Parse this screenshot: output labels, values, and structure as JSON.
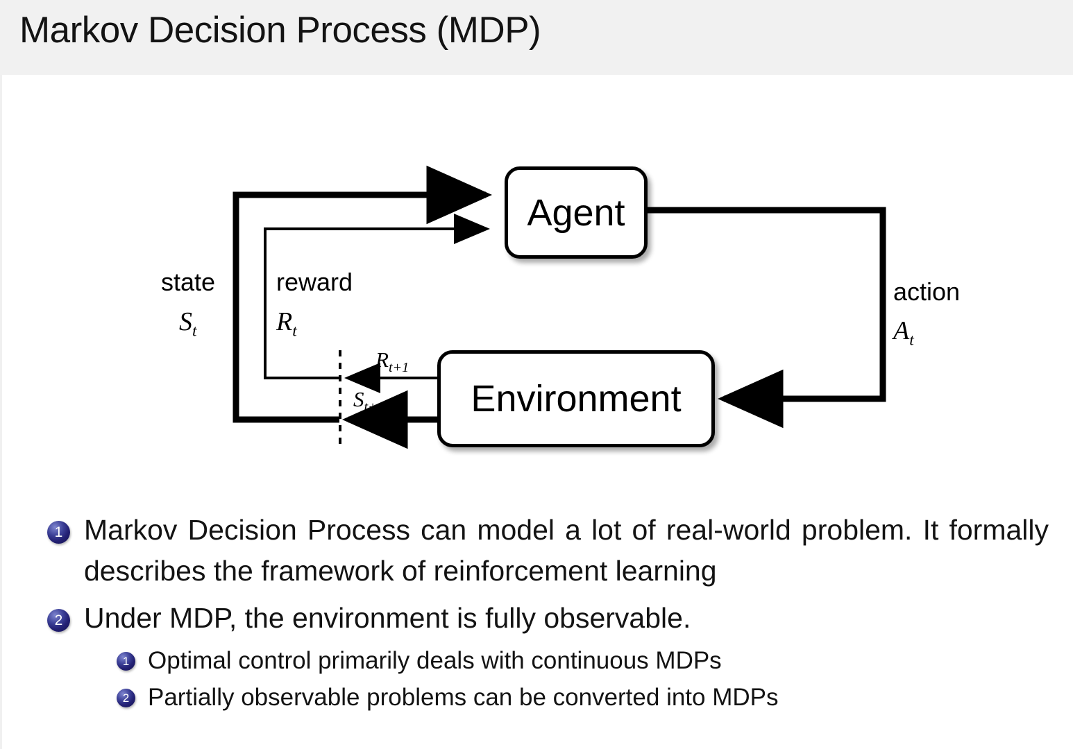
{
  "slide": {
    "title": "Markov Decision Process (MDP)",
    "background_color": "#ffffff",
    "header_band_color": "#f1f1f1",
    "bullet_marker_color": "#232073"
  },
  "diagram": {
    "name": "agent-environment-interaction-loop",
    "nodes": {
      "agent": "Agent",
      "environment": "Environment"
    },
    "labels": {
      "state_word": "state",
      "state_symbol": "S",
      "state_subscript": "t",
      "reward_word": "reward",
      "reward_symbol": "R",
      "reward_subscript": "t",
      "action_word": "action",
      "action_symbol": "A",
      "action_subscript": "t",
      "reward_next_symbol": "R",
      "reward_next_subscript": "t+1",
      "state_next_symbol": "S",
      "state_next_subscript": "t+1"
    }
  },
  "bullets": [
    {
      "number": "1",
      "text": "Markov Decision Process can model a lot of real-world problem. It formally describes the framework of reinforcement learning"
    },
    {
      "number": "2",
      "text": "Under MDP, the environment is fully observable.",
      "children": [
        {
          "number": "1",
          "text": "Optimal control primarily deals with continuous MDPs"
        },
        {
          "number": "2",
          "text": "Partially observable problems can be converted into MDPs"
        }
      ]
    }
  ]
}
